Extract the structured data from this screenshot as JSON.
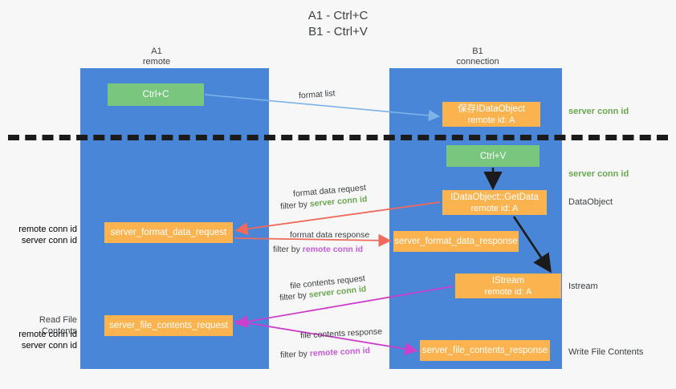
{
  "title": {
    "line1": "A1 - Ctrl+C",
    "line2": "B1 - Ctrl+V"
  },
  "lanes": [
    {
      "name": "A1",
      "sub": "remote",
      "color": "#4a86d8"
    },
    {
      "name": "B1",
      "sub": "connection",
      "color": "#4a86d8"
    }
  ],
  "boxes": {
    "ctrl_c": {
      "line1": "Ctrl+C",
      "color": "#79c67f"
    },
    "save_idataobject": {
      "line1": "保存IDataObject",
      "line2": "remote id: A",
      "color": "#fbb350"
    },
    "ctrl_v": {
      "line1": "Ctrl+V",
      "color": "#79c67f"
    },
    "getdata": {
      "line1": "IDataObject::GetData",
      "line2": "remote id: A",
      "color": "#fbb350"
    },
    "istream": {
      "line1": "IStream",
      "line2": "remote id: A",
      "color": "#fbb350"
    },
    "format_data_request": {
      "line1": "server_format_data_request",
      "color": "#fbb350"
    },
    "format_data_response": {
      "line1": "server_format_data_response",
      "color": "#fbb350"
    },
    "file_contents_request": {
      "line1": "server_file_contents_request",
      "color": "#fbb350"
    },
    "file_contents_response": {
      "line1": "server_file_contents_response",
      "color": "#fbb350"
    }
  },
  "annotations": {
    "server_conn_id_top": "server conn id",
    "server_conn_id_mid": "server conn id",
    "dataobject": "DataObject",
    "istream": "Istream",
    "write_file_contents": "Write File Contents",
    "read_file_contents": "Read File Contents",
    "remote_conn_id": "remote conn id",
    "server_conn_id": "server conn id"
  },
  "arrow_labels": {
    "format_list": "format list",
    "format_data_request": "format data request",
    "format_data_request_filter_prefix": "filter by ",
    "format_data_request_filter_value": "server conn id",
    "format_data_response": "format data response",
    "format_data_response_filter_prefix": "filter by ",
    "format_data_response_filter_value": "remote conn id",
    "file_contents_request": "file contents request",
    "file_contents_request_filter_prefix": "filter by ",
    "file_contents_request_filter_value": "server conn id",
    "file_contents_response": "file contents response",
    "file_contents_response_filter_prefix": "filter by ",
    "file_contents_response_filter_value": "remote conn id"
  },
  "colors": {
    "lane": "#4a86d8",
    "green_box": "#79c67f",
    "orange_box": "#fbb350",
    "green_text": "#6aa84f",
    "magenta_text": "#c75bd8",
    "arrow_blue": "#7cb3e8",
    "arrow_red": "#ef6a5a",
    "arrow_magenta": "#cc3ecc",
    "arrow_dark": "#1b1b1b",
    "background": "#f7f7f7"
  }
}
